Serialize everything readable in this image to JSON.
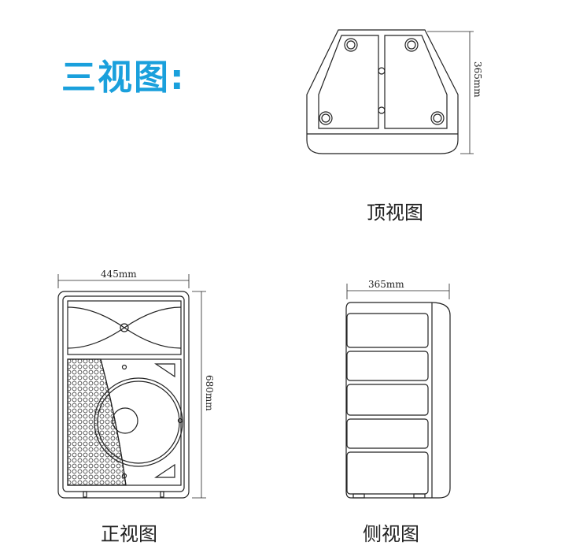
{
  "title": "三视图:",
  "views": {
    "top": {
      "label": "顶视图",
      "dim_label": "365mm"
    },
    "front": {
      "label": "正视图",
      "width_label": "445mm",
      "height_label": "680mm"
    },
    "side": {
      "label": "侧视图",
      "width_label": "365mm"
    }
  },
  "colors": {
    "title": "#1aa0dc",
    "line": "#222222"
  }
}
